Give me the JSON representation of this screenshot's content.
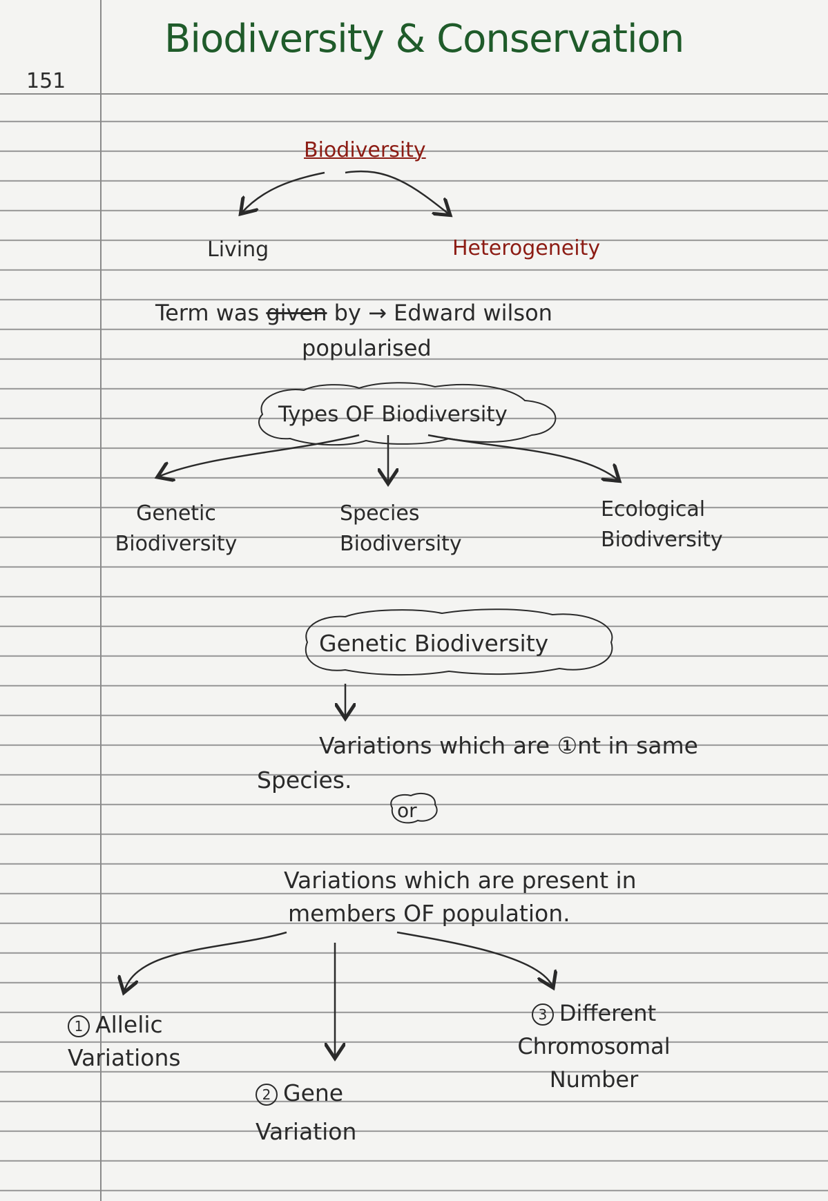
{
  "page": {
    "number": "151",
    "title": "Biodiversity & Conservation"
  },
  "root": {
    "label": "Biodiversity",
    "branches": [
      "Living",
      "Heterogeneity"
    ]
  },
  "term": {
    "prefix": "Term was",
    "struck": "given",
    "suffix": "by → Edward wilson",
    "correction": "popularised"
  },
  "types": {
    "heading": "Types OF Biodiversity",
    "items": [
      "Genetic Biodiversity",
      "Species Biodiversity",
      "Ecological Biodiversity"
    ]
  },
  "genetic": {
    "heading": "Genetic Biodiversity",
    "def_line1": "Variations which are ①nt in same",
    "def_line2": "Species.",
    "or_label": "or",
    "alt_line1": "Variations which are present in",
    "alt_line2": "members OF population.",
    "items": [
      {
        "num": "1",
        "label": "Allelic Variations"
      },
      {
        "num": "2",
        "label": "Gene Variation"
      },
      {
        "num": "3",
        "label": "Different Chromosomal Number"
      }
    ]
  },
  "colors": {
    "title": "#1f5b2a",
    "heading": "#8c1c14",
    "ink": "#2a2a2a"
  }
}
